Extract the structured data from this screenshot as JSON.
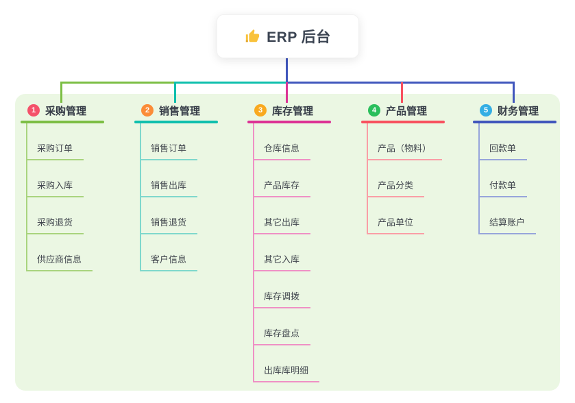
{
  "root": {
    "title": "ERP 后台",
    "icon": "thumbs-up"
  },
  "colors": {
    "panel_bg": "#EBF7E3",
    "root_line": "#4056BC",
    "thumb_icon": "#F9C23C"
  },
  "branches": [
    {
      "number": "1",
      "label": "采购管理",
      "badge_color": "#F4526A",
      "line_color": "#7CBE44",
      "child_line_color": "#A9D47E",
      "children": [
        "采购订单",
        "采购入库",
        "采购退货",
        "供应商信息"
      ]
    },
    {
      "number": "2",
      "label": "销售管理",
      "badge_color": "#FB8C38",
      "line_color": "#0FBFAD",
      "child_line_color": "#7FD8CC",
      "children": [
        "销售订单",
        "销售出库",
        "销售退货",
        "客户信息"
      ]
    },
    {
      "number": "3",
      "label": "库存管理",
      "badge_color": "#F9A91F",
      "line_color": "#DC3295",
      "child_line_color": "#EF90C5",
      "children": [
        "仓库信息",
        "产品库存",
        "其它出库",
        "其它入库",
        "库存调拨",
        "库存盘点",
        "出库库明细"
      ]
    },
    {
      "number": "4",
      "label": "产品管理",
      "badge_color": "#2ABF5C",
      "line_color": "#F8515F",
      "child_line_color": "#FA9EA6",
      "children": [
        "产品（物料）",
        "产品分类",
        "产品单位"
      ]
    },
    {
      "number": "5",
      "label": "财务管理",
      "badge_color": "#33AEE4",
      "line_color": "#4056BC",
      "child_line_color": "#97A5DB",
      "children": [
        "回款单",
        "付款单",
        "结算账户"
      ]
    }
  ]
}
